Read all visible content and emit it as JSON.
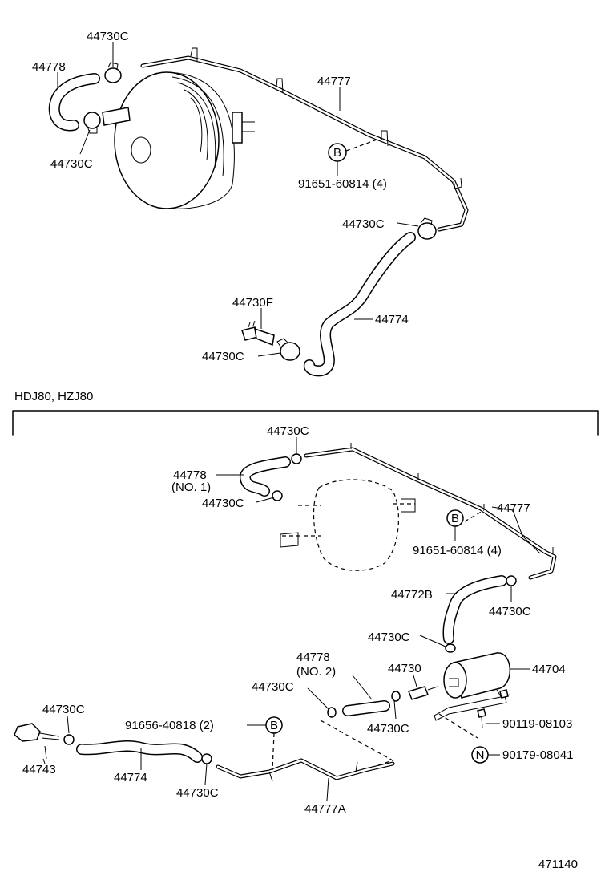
{
  "top_section": {
    "labels": {
      "hose_44778": "44778",
      "clamp_upper": "44730C",
      "clamp_lower_left": "44730C",
      "pipe_44777": "44777",
      "bolt_b": "91651-60814 (4)",
      "clamp_right": "44730C",
      "check_valve": "44730F",
      "hose_44774": "44774",
      "clamp_bottom": "44730C"
    },
    "callout_b": "B"
  },
  "section_header": "HDJ80, HZJ80",
  "bottom_section": {
    "labels": {
      "clamp_top": "44730C",
      "hose_no1_part": "44778",
      "hose_no1_note": "(NO. 1)",
      "clamp_hose_no1": "44730C",
      "pipe_44777": "44777",
      "bolt_b": "91651-60814 (4)",
      "hose_44772b": "44772B",
      "clamp_44772b": "44730C",
      "clamp_tank_top": "44730C",
      "tank": "44704",
      "hose_no2_part": "44778",
      "hose_no2_note": "(NO. 2)",
      "clamp_hose_no2_left": "44730C",
      "valve_44730": "44730",
      "clamp_hose_no2_right": "44730C",
      "bolt_90119": "90119-08103",
      "nut_90179": "90179-08041",
      "clamp_left": "44730C",
      "bolt_b2": "91656-40818 (2)",
      "fitting_44743": "44743",
      "hose_44774": "44774",
      "clamp_bottom": "44730C",
      "pipe_44777a": "44777A"
    },
    "callout_b1": "B",
    "callout_b2": "B",
    "callout_n": "N"
  },
  "figure_number": "471140"
}
